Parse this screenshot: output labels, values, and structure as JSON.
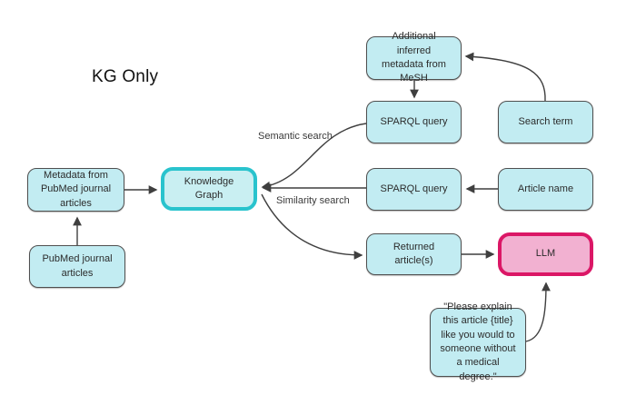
{
  "title": "KG Only",
  "colors": {
    "box_fill": "#c2ecf2",
    "box_border": "#4f4f4f",
    "kg_fill": "#c9eff2",
    "kg_border": "#29c3cd",
    "llm_fill": "#f2b1d1",
    "llm_border": "#db1766",
    "arrow": "#3f3f3f"
  },
  "nodes": {
    "metadata_pubmed": {
      "label": "Metadata from PubMed journal articles"
    },
    "pubmed_articles": {
      "label": "PubMed journal articles"
    },
    "knowledge_graph": {
      "label": "Knowledge Graph"
    },
    "additional_mesh": {
      "label": "Additional inferred metadata from MeSH"
    },
    "sparql_semantic": {
      "label": "SPARQL query"
    },
    "search_term": {
      "label": "Search term"
    },
    "sparql_similarity": {
      "label": "SPARQL query"
    },
    "article_name": {
      "label": "Article name"
    },
    "returned_articles": {
      "label": "Returned article(s)"
    },
    "llm": {
      "label": "LLM"
    },
    "prompt": {
      "label": "\"Please explain this article {title} like you would to someone without a medical degree.\""
    }
  },
  "edge_labels": {
    "semantic": "Semantic search",
    "similarity": "Similarity search"
  }
}
